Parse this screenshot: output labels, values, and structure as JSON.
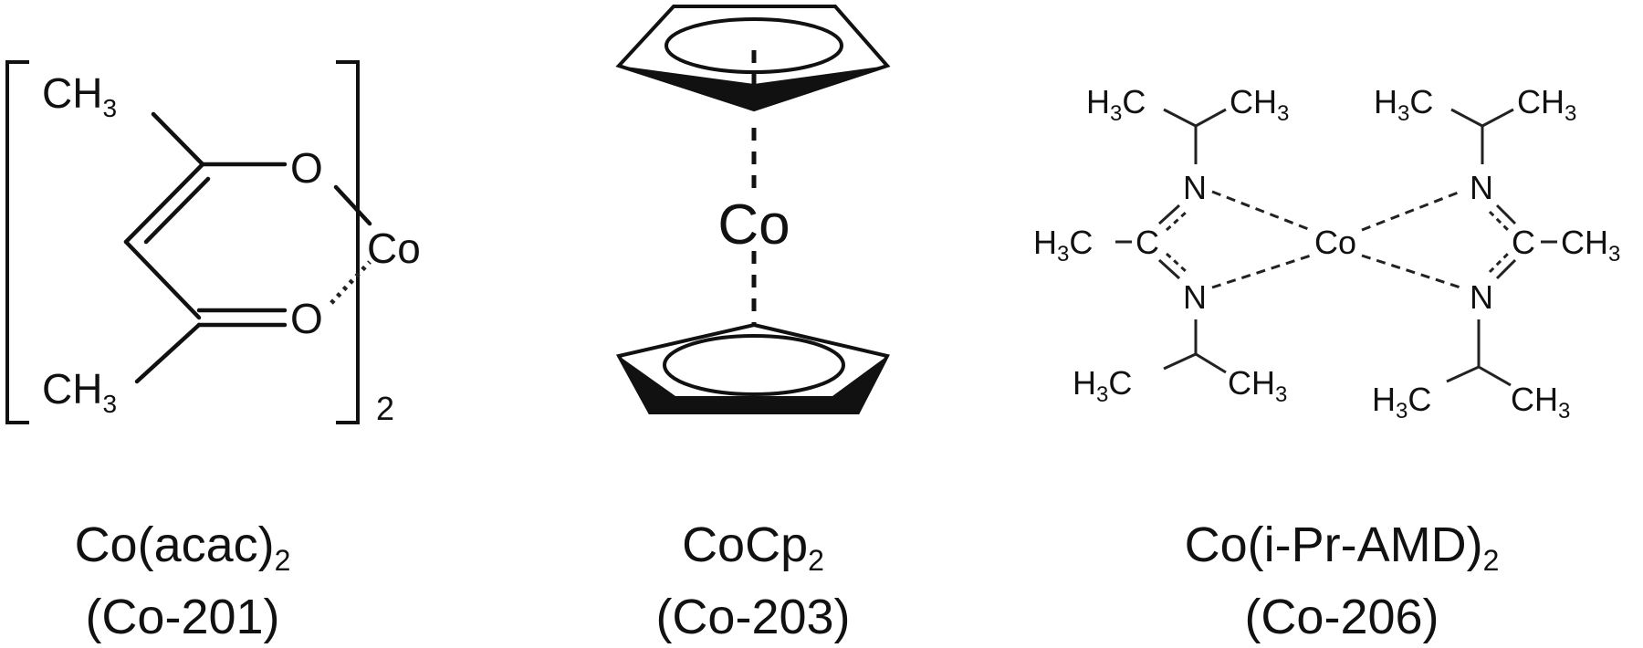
{
  "compounds": [
    {
      "id": "co-acac",
      "formula_main": "Co(acac)",
      "formula_sub": "2",
      "code": "(Co-201)",
      "atoms": {
        "ch3_top": "CH",
        "ch3_top_sub": "3",
        "o_top": "O",
        "co": "Co",
        "o_bottom": "O",
        "ch3_bottom": "CH",
        "ch3_bottom_sub": "3",
        "bracket_sub": "2"
      }
    },
    {
      "id": "co-cp2",
      "formula_main": "CoCp",
      "formula_sub": "2",
      "code": "(Co-203)",
      "atoms": {
        "co": "Co"
      }
    },
    {
      "id": "co-ipr-amd",
      "formula_main": "Co(i-Pr-AMD)",
      "formula_sub": "2",
      "code": "(Co-206)",
      "atoms": {
        "h3c": "H",
        "h3c_sub": "3",
        "h3c_c": "C",
        "ch3": "CH",
        "ch3_sub": "3",
        "n": "N",
        "c": "C",
        "co": "Co"
      }
    }
  ]
}
